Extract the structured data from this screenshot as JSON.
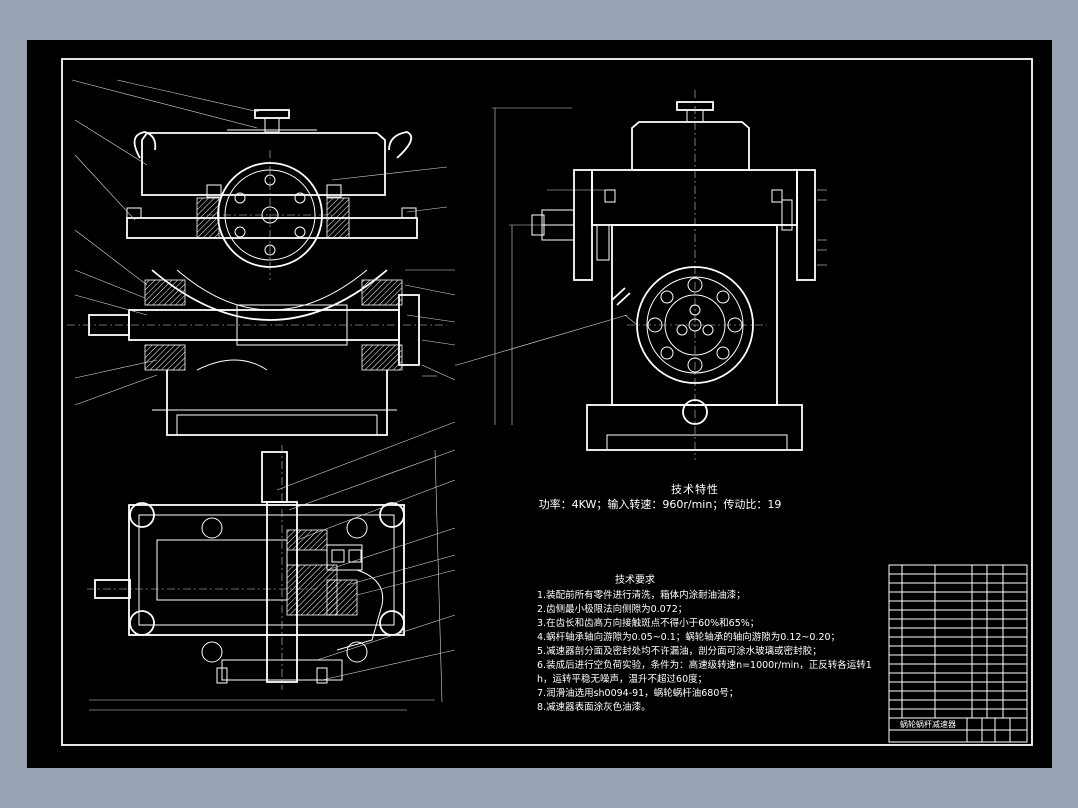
{
  "drawing": {
    "tech_title": "技术特性",
    "tech_spec": "功率：4KW；输入转速：960r/min；传动比：19",
    "req_title": "技术要求",
    "requirements": [
      "1.装配前所有零件进行清洗，箱体内涂耐油油漆；",
      "2.齿侧最小极限法向侧隙为0.072；",
      "3.在齿长和齿高方向接触斑点不得小于60%和65%；",
      "4.蜗杆轴承轴向游隙为0.05~0.1；蜗轮轴承的轴向游隙为0.12~0.20；",
      "5.减速器剖分面及密封处均不许漏油，剖分面可涂水玻璃或密封胶；",
      "6.装成后进行空负荷实验，条件为：高速级转速n=1000r/min，正反转各运转1",
      "h，运转平稳无噪声，温升不超过60度；",
      "7.润滑油选用sh0094-91，蜗轮蜗杆油680号；",
      "8.减速器表面涂灰色油漆。"
    ],
    "title_block_name": "蜗轮蜗杆减速器"
  },
  "colors": {
    "background": "#99a3b6",
    "sheet": "#000000",
    "lines": "#ffffff"
  }
}
